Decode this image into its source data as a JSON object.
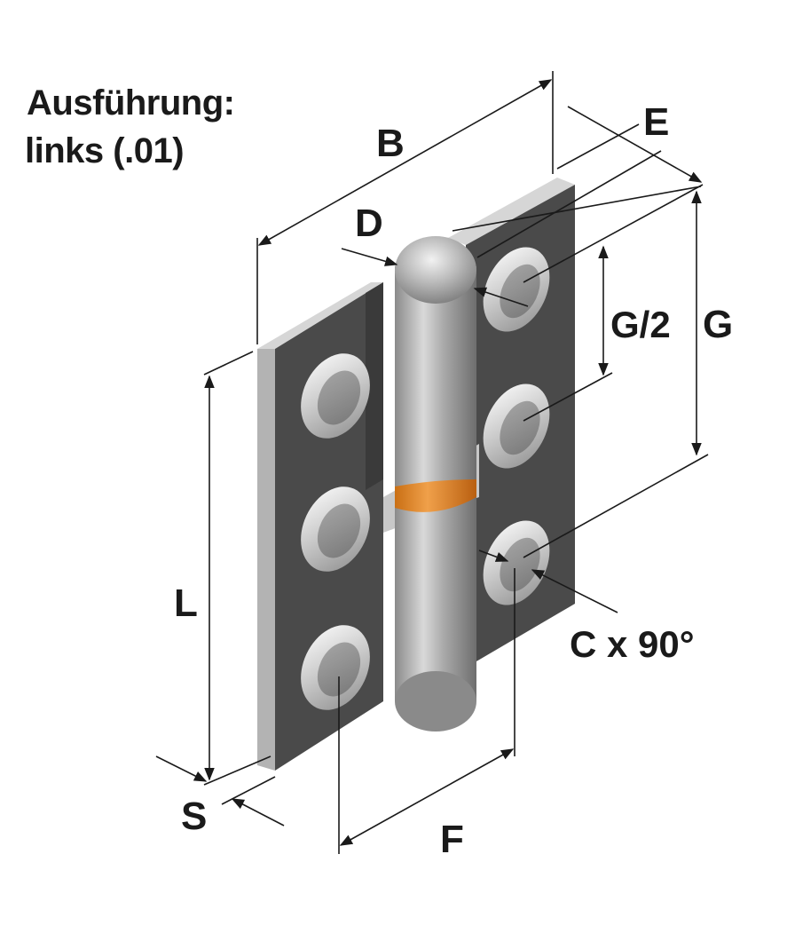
{
  "title": {
    "line1": "Ausführung:",
    "line2": "links (.01)"
  },
  "labels": {
    "B": "B",
    "E": "E",
    "D": "D",
    "G_half": "G/2",
    "G": "G",
    "L": "L",
    "C": "C x 90°",
    "S": "S",
    "F": "F"
  },
  "colors": {
    "plate_face": "#4a4a4a",
    "plate_edge": "#b3b3b3",
    "plate_top": "#d6d6d6",
    "pin": "#a8a8a8",
    "ring": "#e08a2a",
    "dimension_line": "#1a1a1a"
  }
}
